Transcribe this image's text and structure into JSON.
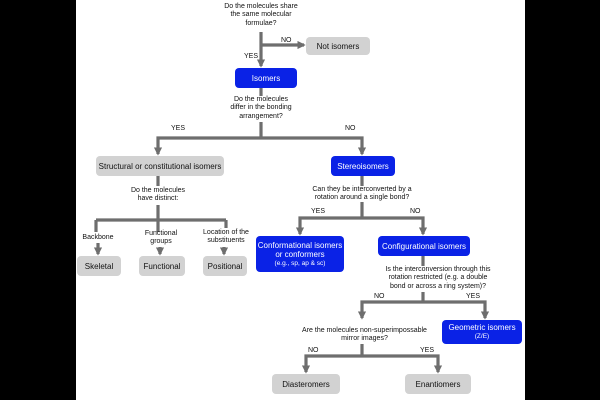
{
  "questions": {
    "q1": [
      "Do the molecules share",
      "the same molecular",
      "formulae?"
    ],
    "q2": [
      "Do the molecules",
      "differ in the bonding",
      "arrangement?"
    ],
    "q3": [
      "Do the molecules",
      "have distinct:"
    ],
    "q4": [
      "Can they be interconverted by a",
      "rotation around a single bond?"
    ],
    "q5": [
      "Is the interconversion through this",
      "rotation restricted (e.g. a double",
      "bond or across a ring system)?"
    ],
    "q6": [
      "Are the molecules non-superimpossable",
      "mirror images?"
    ]
  },
  "criteria": {
    "backbone": "Backbone",
    "functional_groups": [
      "Functional",
      "groups"
    ],
    "location": [
      "Location of the",
      "substituents"
    ]
  },
  "edge_labels": {
    "q1_no": "NO",
    "q1_yes": "YES",
    "q2_yes": "YES",
    "q2_no": "NO",
    "q4_yes": "YES",
    "q4_no": "NO",
    "q5_no": "NO",
    "q5_yes": "YES",
    "q6_no": "NO",
    "q6_yes": "YES"
  },
  "nodes": {
    "not_isomers": "Not isomers",
    "isomers": "Isomers",
    "structural": "Structural or constitutional isomers",
    "stereoisomers": "Stereoisomers",
    "skeletal": "Skeletal",
    "functional": "Functional",
    "positional": "Positional",
    "conformational": [
      "Conformational isomers",
      "or conformers"
    ],
    "conformational_note": "(e.g., sp, ap & sc)",
    "configurational": "Configurational isomers",
    "geometric": "Geometric isomers",
    "geometric_note": "(Z/E)",
    "diastereomers": "Diasteromers",
    "enantiomers": "Enantiomers"
  },
  "colors": {
    "blue": "#0a22e6",
    "grey": "#d2d2d2",
    "arrow": "#6e6e6e",
    "background": "#000000",
    "panel": "#ffffff"
  }
}
